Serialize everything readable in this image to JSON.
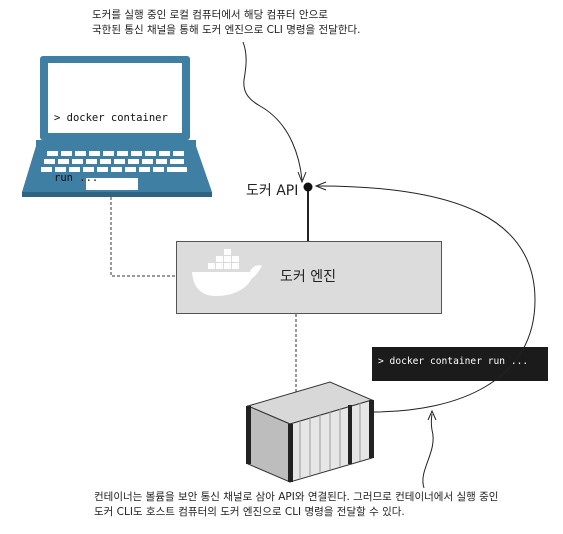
{
  "top_caption": {
    "line1": "도커를 실행 중인 로컬 컴퓨터에서 해당 컴퓨터 안으로",
    "line2": "국한된 통신 채널을 통해 도커 엔진으로 CLI 명령을 전달한다."
  },
  "laptop": {
    "command_line1": "> docker container",
    "command_line2": "run ..."
  },
  "api_label": "도커 API",
  "engine_label": "도커 엔진",
  "terminal_command": "> docker container run ...",
  "bottom_caption": {
    "line1": "컨테이너는 볼륨을 보안 통신 채널로 삼아 API와 연결된다. 그러므로 컨테이너에서 실행 중인",
    "line2": "도커 CLI도 호스트 컴퓨터의 도커 엔진으로 CLI 명령을 전달할 수 있다."
  },
  "colors": {
    "laptop_blue": "#3f7fa3",
    "engine_gray": "#dcdcdc",
    "terminal_black": "#1b1b1b",
    "container_gray": "#c8c8c8"
  },
  "icons": [
    "laptop-icon",
    "docker-whale-icon",
    "container-icon"
  ]
}
